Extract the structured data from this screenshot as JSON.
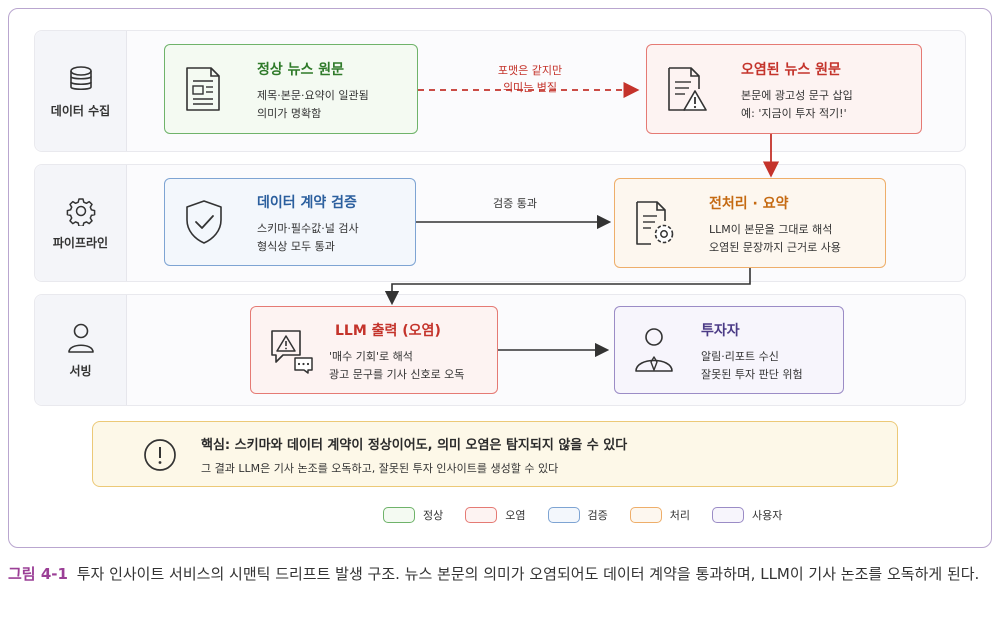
{
  "lanes": [
    {
      "label": "데이터 수집",
      "icon": "database-icon"
    },
    {
      "label": "파이프라인",
      "icon": "gear-icon"
    },
    {
      "label": "서빙",
      "icon": "user-icon"
    }
  ],
  "nodes": {
    "normal_news": {
      "title": "정상 뉴스 원문",
      "line1": "제목·본문·요약이 일관됨",
      "line2": "의미가 명확함",
      "icon": "document-icon"
    },
    "tainted_news": {
      "title": "오염된 뉴스 원문",
      "line1": "본문에 광고성 문구 삽입",
      "line2": "예: '지금이 투자 적기!'",
      "icon": "document-warning-icon"
    },
    "contract_check": {
      "title": "데이터 계약 검증",
      "line1": "스키마·필수값·널 검사",
      "line2": "형식상 모두 통과",
      "icon": "shield-check-icon"
    },
    "preprocess": {
      "title": "전처리 · 요약",
      "line1": "LLM이 본문을 그대로 해석",
      "line2": "오염된 문장까지 근거로 사용",
      "icon": "document-gear-icon"
    },
    "llm_output": {
      "title": "LLM 출력 (오염)",
      "line1": "'매수 기회'로 해석",
      "line2": "광고 문구를 기사 신호로 오독",
      "icon": "chat-warning-icon"
    },
    "investor": {
      "title": "투자자",
      "line1": "알림·리포트 수신",
      "line2": "잘못된 투자 판단 위험",
      "icon": "investor-icon"
    }
  },
  "edges": {
    "format_same": {
      "line1": "포맷은 같지만",
      "line2": "의미는 변질"
    },
    "check_pass": {
      "label": "검증 통과"
    }
  },
  "callout": {
    "key": "핵심:",
    "title": "스키마와 데이터 계약이 정상이어도, 의미 오염은 탐지되지 않을 수 있다",
    "sub": "그 결과 LLM은 기사 논조를 오독하고, 잘못된 투자 인사이트를 생성할 수 있다",
    "icon": "alert-circle-icon"
  },
  "legend": [
    {
      "label": "정상",
      "color": "#6fb36a",
      "fill": "#f4faf2"
    },
    {
      "label": "오염",
      "color": "#e57a74",
      "fill": "#fdf3f2"
    },
    {
      "label": "검증",
      "color": "#7ea4d3",
      "fill": "#f3f7fc"
    },
    {
      "label": "처리",
      "color": "#eeae6a",
      "fill": "#fdf7ef"
    },
    {
      "label": "사용자",
      "color": "#9b8cc6",
      "fill": "#f7f5fc"
    }
  ],
  "caption": {
    "number": "그림 4-1",
    "text": "투자 인사이트 서비스의 시맨틱 드리프트 발생 구조. 뉴스 본문의 의미가 오염되어도 데이터 계약을 통과하며, LLM이 기사 논조를 오독하게 된다."
  }
}
